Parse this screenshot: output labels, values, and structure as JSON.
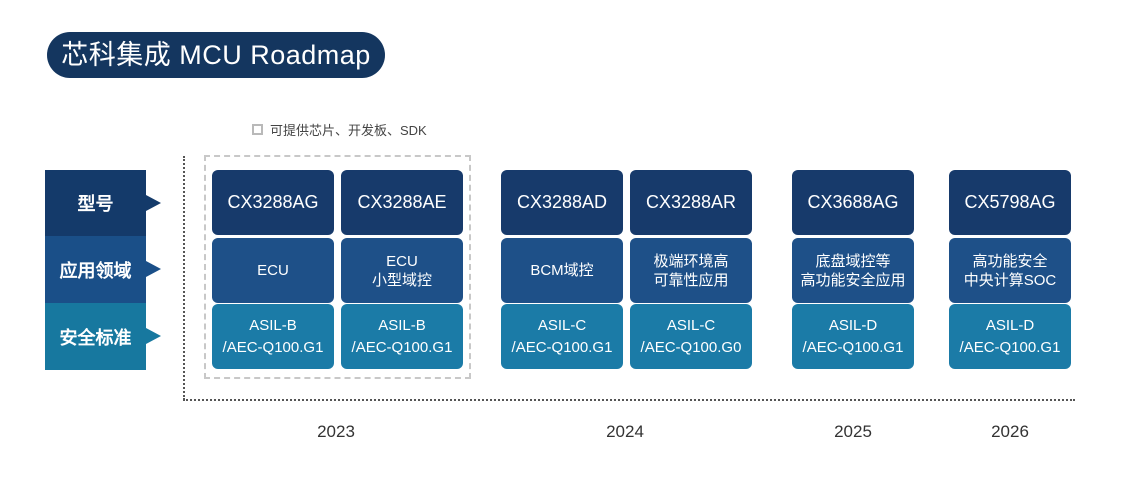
{
  "title": "芯科集成 MCU Roadmap",
  "legend": {
    "label": "可提供芯片、开发板、SDK",
    "icon": "dashed-square-icon"
  },
  "rows": [
    {
      "label": "型号",
      "color": "#143a6a"
    },
    {
      "label": "应用领域",
      "color": "#1a4f88"
    },
    {
      "label": "安全标准",
      "color": "#17789f"
    }
  ],
  "products": [
    {
      "model": "CX3288AG",
      "app": [
        "ECU"
      ],
      "safety": [
        "ASIL-B",
        "/AEC-Q100.G1"
      ]
    },
    {
      "model": "CX3288AE",
      "app": [
        "ECU",
        "小型域控"
      ],
      "safety": [
        "ASIL-B",
        "/AEC-Q100.G1"
      ]
    },
    {
      "model": "CX3288AD",
      "app": [
        "BCM域控"
      ],
      "safety": [
        "ASIL-C",
        "/AEC-Q100.G1"
      ]
    },
    {
      "model": "CX3288AR",
      "app": [
        "极端环境高",
        "可靠性应用"
      ],
      "safety": [
        "ASIL-C",
        "/AEC-Q100.G0"
      ]
    },
    {
      "model": "CX3688AG",
      "app": [
        "底盘域控等",
        "高功能安全应用"
      ],
      "safety": [
        "ASIL-D",
        "/AEC-Q100.G1"
      ]
    },
    {
      "model": "CX5798AG",
      "app": [
        "高功能安全",
        "中央计算SOC"
      ],
      "safety": [
        "ASIL-D",
        "/AEC-Q100.G1"
      ]
    }
  ],
  "years": [
    "2023",
    "2024",
    "2025",
    "2026"
  ]
}
